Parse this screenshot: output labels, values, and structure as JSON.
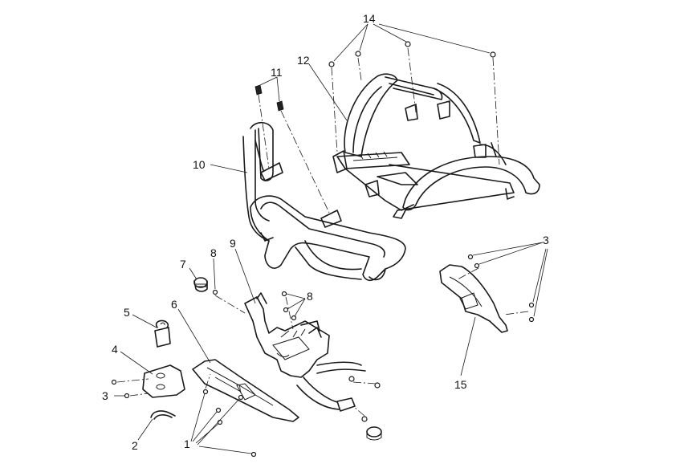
{
  "callouts": {
    "c1": "1",
    "c2": "2",
    "c3a": "3",
    "c3b": "3",
    "c4": "4",
    "c5": "5",
    "c6": "6",
    "c7": "7",
    "c8a": "8",
    "c8b": "8",
    "c9": "9",
    "c10": "10",
    "c11": "11",
    "c12": "12",
    "c14": "14",
    "c15": "15"
  }
}
